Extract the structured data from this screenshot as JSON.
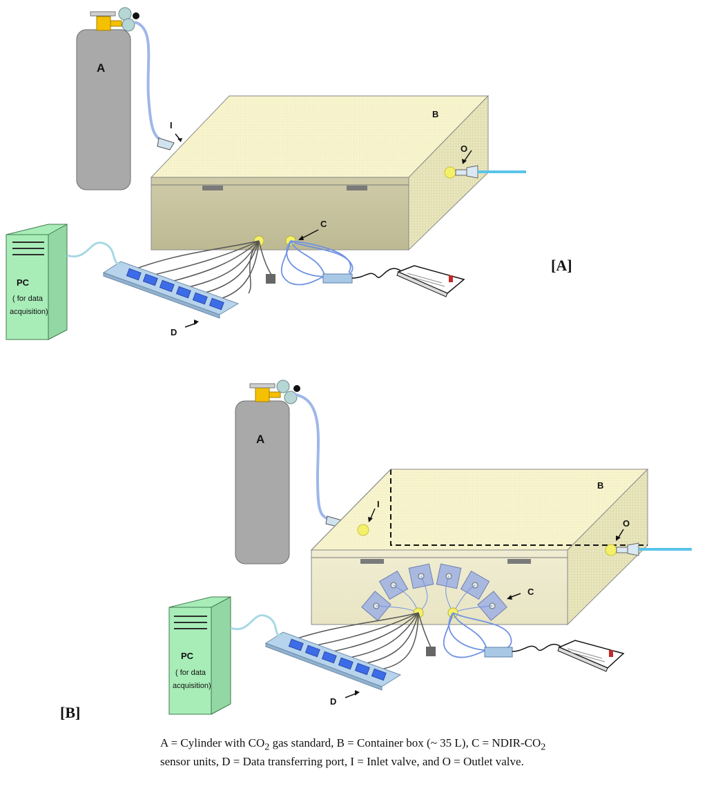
{
  "panel_a": {
    "panel_label": "[A]",
    "label_cylinder": "A",
    "label_box": "B",
    "label_sensor": "C",
    "label_port": "D",
    "label_inlet": "I",
    "label_outlet": "O",
    "pc_title": "PC",
    "pc_sub_1": "( for data",
    "pc_sub_2": "acquisition)"
  },
  "panel_b": {
    "panel_label": "[B]",
    "label_cylinder": "A",
    "label_box": "B",
    "label_sensor": "C",
    "label_port": "D",
    "label_inlet": "I",
    "label_outlet": "O",
    "pc_title": "PC",
    "pc_sub_1": "( for data",
    "pc_sub_2": "acquisition)"
  },
  "caption": {
    "line1_a": "A = Cylinder with CO",
    "line1_sub": "2",
    "line1_b": " gas standard, B = Container box (~ 35 L), C = NDIR-CO",
    "line1_sub2": "2",
    "line2": "sensor units, D = Data transferring port, I = Inlet valve, and O = Outlet valve."
  },
  "colors": {
    "cylinder": "#a9a9a9",
    "box_top": "#f7f3c8",
    "box_front_a": "#c9c6a2",
    "box_front_b": "#ece9cc",
    "pc": "#a8ecb8",
    "port": "#b7d4ec",
    "valve_yellow": "#f5f06a",
    "tube_blue": "#58c4e8"
  }
}
